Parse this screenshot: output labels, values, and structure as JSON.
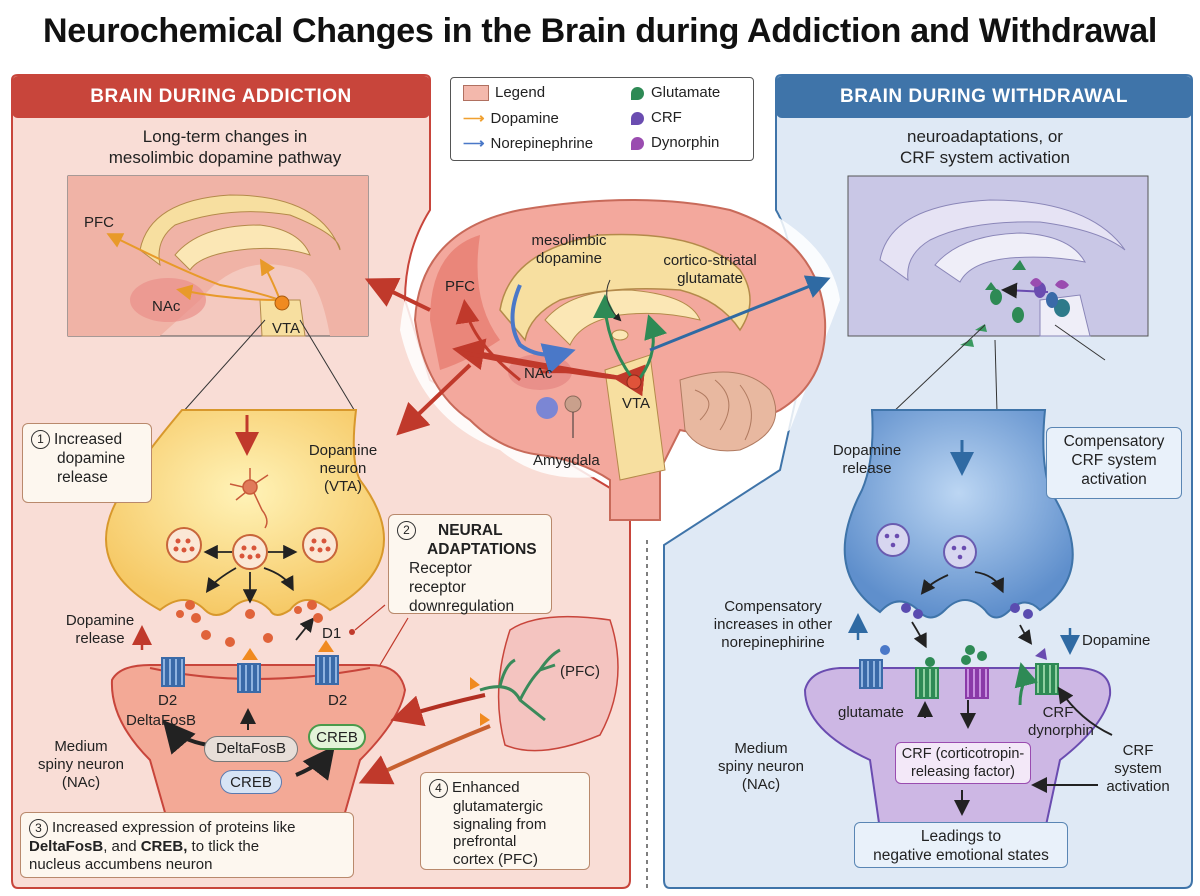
{
  "title": "Neurochemical Changes in the Brain during Addiction and Withdrawal",
  "legend": {
    "heading": "Legend",
    "items": [
      {
        "label": "Dopamine",
        "icon": "orange-arrow-icon",
        "color": "#f0a030"
      },
      {
        "label": "Norepinephrine",
        "icon": "blue-arrow-icon",
        "color": "#4a78c8"
      },
      {
        "label": "Glutamate",
        "icon": "green-drop-icon",
        "color": "#2e8a55"
      },
      {
        "label": "CRF",
        "icon": "purple-drop-icon",
        "color": "#6a4cb0"
      },
      {
        "label": "Dynorphin",
        "icon": "violet-drop-icon",
        "color": "#9a4cb0"
      }
    ]
  },
  "colors": {
    "addiction_header": "#c8453b",
    "addiction_bg": "#f7d6cf",
    "withdrawal_header": "#3f74a9",
    "withdrawal_bg": "#dde8f4"
  },
  "addiction": {
    "header": "BRAIN DURING ADDICTION",
    "subtitle_line1": "Long-term changes in",
    "subtitle_line2": "mesolimbic dopamine pathway",
    "inset": {
      "pfc": "PFC",
      "nac": "NAc",
      "vta": "VTA"
    },
    "step1": {
      "num": "1",
      "line1": "Increased",
      "line2": "dopamine",
      "line3": "release"
    },
    "neuron_label_line1": "Dopamine",
    "neuron_label_line2": "neuron",
    "neuron_label_line3": "(VTA)",
    "step2": {
      "num": "2",
      "title_line1": "NEURAL",
      "title_line2": "ADAPTATIONS",
      "line1": "Receptor",
      "line2": "receptor",
      "line3": "downregulation"
    },
    "release_line1": "Dopamine",
    "release_line2": "release",
    "d1": "D1",
    "d2_left": "D2",
    "d2_right": "D2",
    "deltafosb_left": "DeltaFosB",
    "deltafosb_pill": "DeltaFosB",
    "creb_pill_right": "CREB",
    "creb_pill_bottom": "CREB",
    "msn_line1": "Medium",
    "msn_line2": "spiny neuron",
    "msn_line3": "(NAc)",
    "pfc_label": "(PFC)",
    "step3": {
      "num": "3",
      "text1": "Increased expression of proteins like",
      "bold1": "DeltaFosB",
      "text2": ", and ",
      "bold2": "CREB,",
      "text3": " to tlick the",
      "line3": "nucleus accumbens neuron"
    },
    "step4": {
      "num": "4",
      "line1": "Enhanced",
      "line2": "glutamatergic",
      "line3": "signaling from",
      "line4": "prefrontal",
      "line5": "cortex (PFC)"
    }
  },
  "center_brain": {
    "mesolimbic_line1": "mesolimbic",
    "mesolimbic_line2": "dopamine",
    "cortico_line1": "cortico-striatal",
    "cortico_line2": "glutamate",
    "pfc": "PFC",
    "nac": "NAc",
    "vta": "VTA",
    "amygdala": "Amygdala"
  },
  "withdrawal": {
    "header": "BRAIN DURING WITHDRAWAL",
    "subtitle_line1": "neuroadaptations, or",
    "subtitle_line2": "CRF system activation",
    "release_line1": "Dopamine",
    "release_line2": "release",
    "comp_box": {
      "line1": "Compensatory",
      "line2": "CRF system",
      "line3": "activation"
    },
    "comp_ne_line1": "Compensatory",
    "comp_ne_line2": "increases in other",
    "comp_ne_line3": "norepinephirine",
    "dopamine_down": "Dopamine",
    "glutamate": "glutamate",
    "crf_dyn_line1": "CRF",
    "crf_dyn_line2": "dynorphin",
    "msn_line1": "Medium",
    "msn_line2": "spiny neuron",
    "msn_line3": "(NAc)",
    "crf_factor_line1": "CRF (corticotropin-",
    "crf_factor_line2": "releasing factor)",
    "crf_sys_line1": "CRF",
    "crf_sys_line2": "system",
    "crf_sys_line3": "activation",
    "outcome_line1": "Leadings to",
    "outcome_line2": "negative emotional states"
  }
}
